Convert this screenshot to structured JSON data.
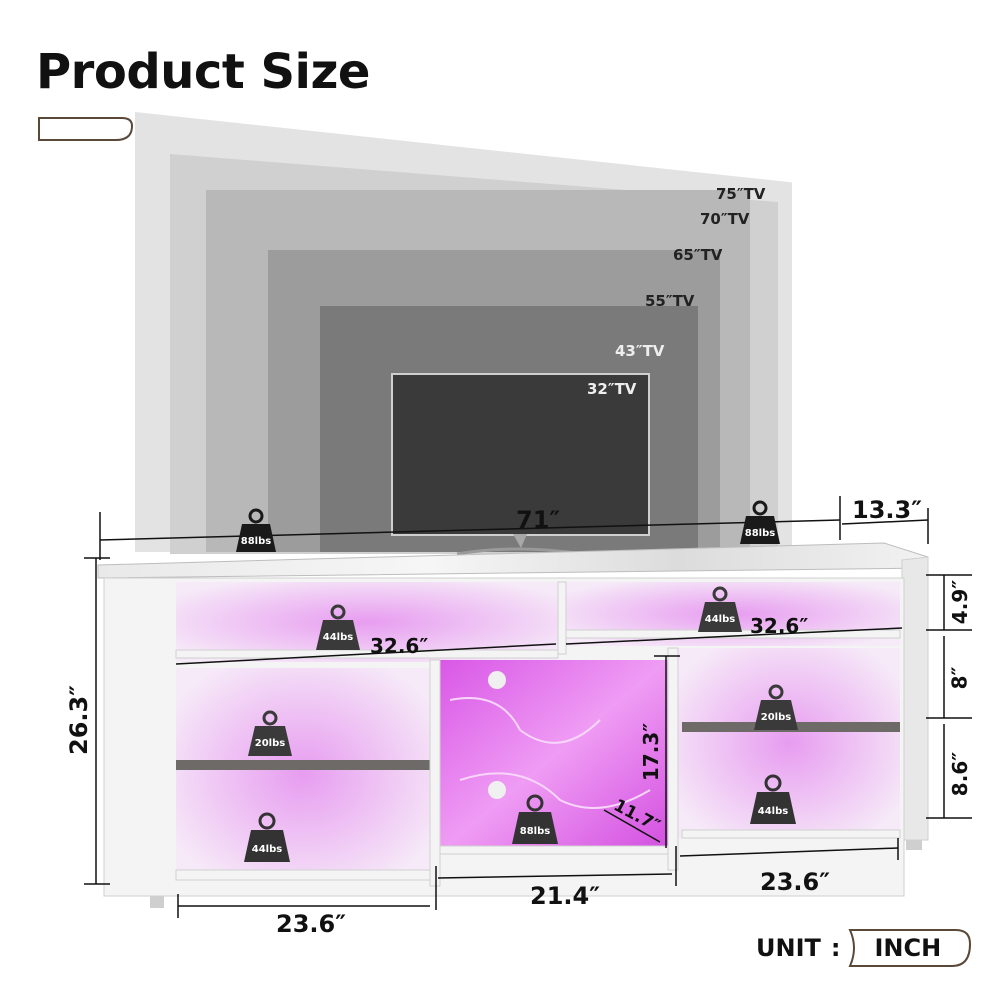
{
  "header": {
    "title": "Product Size"
  },
  "tv_sizes": [
    {
      "label": "75″TV"
    },
    {
      "label": "70″TV"
    },
    {
      "label": "65″TV"
    },
    {
      "label": "55″TV"
    },
    {
      "label": "43″TV"
    },
    {
      "label": "32″TV"
    }
  ],
  "dimensions": {
    "width": "71″",
    "depth": "13.3″",
    "height": "26.3″",
    "top_shelf_left": "32.6″",
    "top_shelf_right": "32.6″",
    "top_gap": "4.9″",
    "mid_gap": "8″",
    "low_gap": "8.6″",
    "center_height": "17.3″",
    "center_depth": "11.7″",
    "bottom_left": "23.6″",
    "bottom_center": "21.4″",
    "bottom_right": "23.6″"
  },
  "weights": {
    "top_left": "88lbs",
    "top_right": "88lbs",
    "upper_left": "44lbs",
    "upper_right": "44lbs",
    "mid_left": "20lbs",
    "mid_right": "20lbs",
    "low_left": "44lbs",
    "low_center": "88lbs",
    "low_right": "44lbs"
  },
  "unit": {
    "label": "UNIT",
    "separator": ":",
    "value": "INCH"
  }
}
